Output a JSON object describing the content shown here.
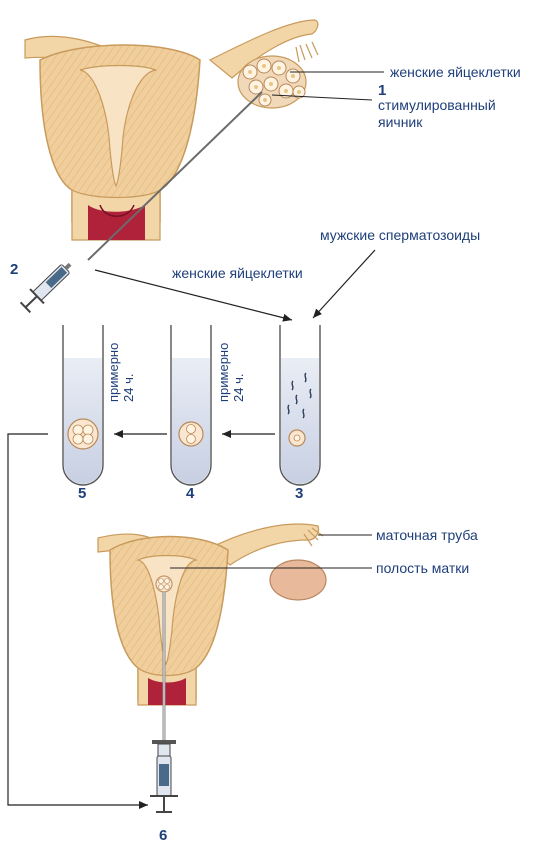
{
  "steps": {
    "s1": "1",
    "s2": "2",
    "s3": "3",
    "s4": "4",
    "s5": "5",
    "s6": "6"
  },
  "labels": {
    "eggs_top": "женские яйцеклетки",
    "stim_ovary_1": "стимулированный",
    "stim_ovary_2": "яичник",
    "sperm": "мужские сперматозоиды",
    "eggs_arrow": "женские яйцеклетки",
    "tube": "маточная труба",
    "cavity": "полость матки",
    "approx_a_1": "примерно",
    "approx_a_2": "24 ч.",
    "approx_b_1": "примерно",
    "approx_b_2": "24 ч."
  },
  "colors": {
    "text": "#1f3f7a",
    "tissue": "#f3d6a8",
    "tissue_dark": "#d9a76a",
    "blood": "#b0223a",
    "tube_fluid": "#cfd6e6"
  }
}
